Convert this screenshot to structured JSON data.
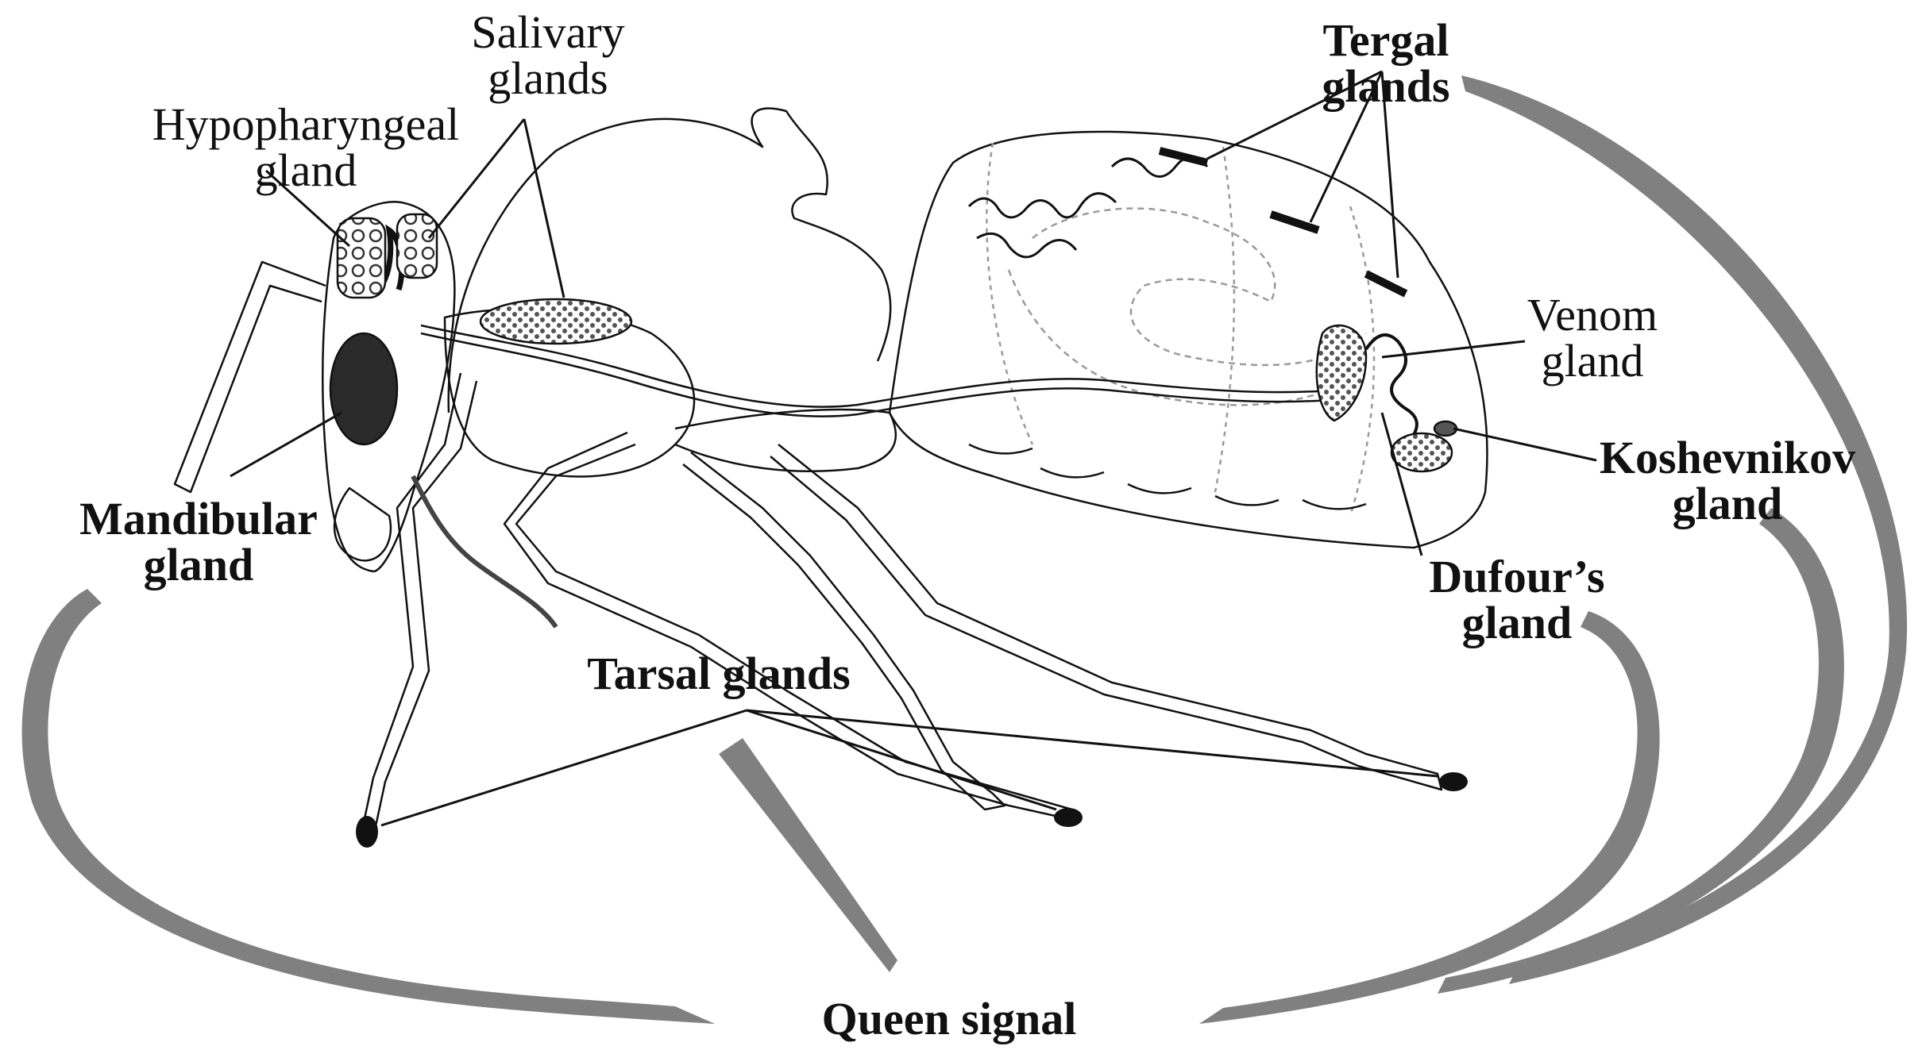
{
  "labels": {
    "hypopharyngeal": [
      "Hypopharyngeal",
      "gland"
    ],
    "salivary": [
      "Salivary",
      "glands"
    ],
    "tergal": [
      "Tergal",
      "glands"
    ],
    "venom": [
      "Venom",
      "gland"
    ],
    "koshevnikov": [
      "Koshevnikov",
      "gland"
    ],
    "dufour": [
      "Dufour’s",
      "gland"
    ],
    "mandibular": [
      "Mandibular",
      "gland"
    ],
    "tarsal": "Tarsal glands",
    "queen_signal": "Queen signal"
  },
  "colors": {
    "ink": "#111111",
    "arrow": "#808080",
    "gland_dark": "#2a2a2a",
    "gland_textured": "#777777",
    "dotted": "#9a9a9a"
  },
  "icons": {
    "ant": "ant-anatomy-drawing",
    "arrow": "curved-arrow"
  }
}
